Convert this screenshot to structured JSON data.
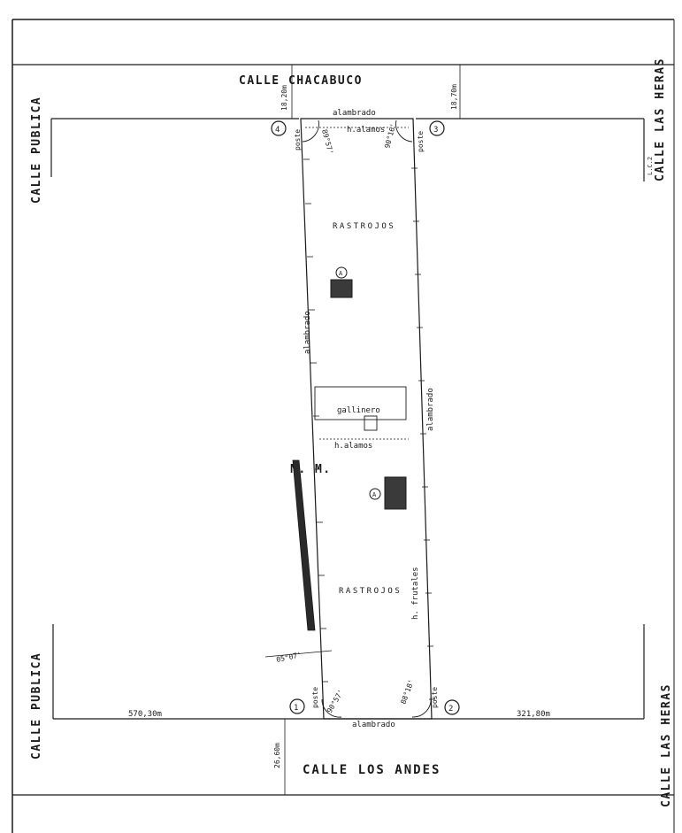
{
  "streets": {
    "north": "CALLE  CHACABUCO",
    "south": "CALLE  LOS  ANDES",
    "west_top": "CALLE  PUBLICA",
    "west_bottom": "CALLE  PUBLICA",
    "east_top": "CALLE  LAS  HERAS",
    "east_bottom": "CALLE LAS HERAS",
    "east_note": "L.C.2"
  },
  "dimensions": {
    "north_left_width": "18,20m",
    "north_right_width": "18,70m",
    "south_width": "26,60m",
    "south_left_distance": "570,30m",
    "south_right_distance": "321,80m"
  },
  "vertices": [
    "4",
    "3",
    "1",
    "2"
  ],
  "angles": {
    "v4": "89°57'",
    "v3": "90°16'",
    "v1": "90°57'",
    "v2": "88°18'",
    "north_deviation": "05°07'"
  },
  "labels": {
    "alambrado_north": "alambrado",
    "h_alamos_north": "h.alamos",
    "poste_v4": "poste",
    "poste_v3": "poste",
    "poste_v1": "poste",
    "poste_v2": "poste",
    "rastrojos_top": "RASTROJOS",
    "rastrojos_bottom": "RASTROJOS",
    "building_a_top": "A",
    "building_a_bottom": "A",
    "alambrado_west": "alambrado",
    "alambrado_east": "alambrado",
    "gallinero": "gallinero",
    "h_alamos_mid": "h.alamos",
    "h_frutales": "h. frutales",
    "alambrado_south": "alambrado",
    "north_marker": "N. M."
  },
  "colors": {
    "ink": "#1a1a1a",
    "paper": "#ffffff"
  }
}
